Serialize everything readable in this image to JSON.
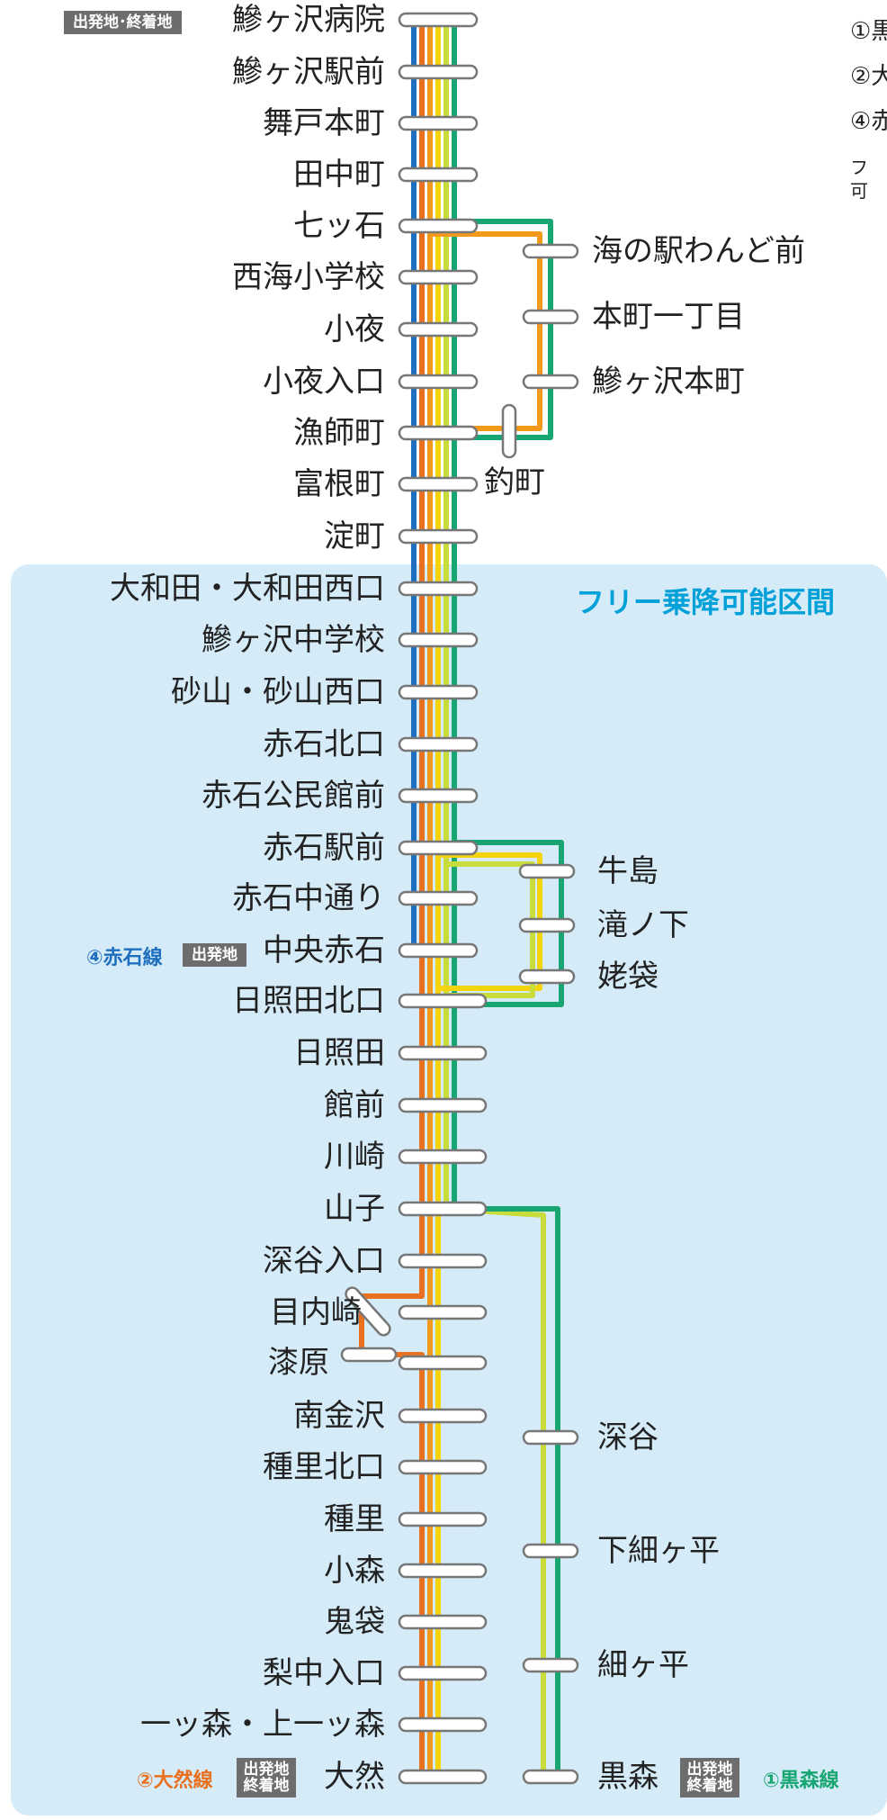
{
  "free_zone_label": "フリー乗降可能区間",
  "badges": {
    "origin_terminal_single": "出発地･終着地",
    "origin": "出発地",
    "two_line_top": "出発地",
    "two_line_bottom": "終着地"
  },
  "line_tags": {
    "akaishi": "④赤石線",
    "ozen": "②大然線",
    "kuromori": "①黒森線"
  },
  "legend": [
    "①黒",
    "②大",
    "④赤",
    "フ",
    "可"
  ],
  "colors": {
    "akaishi": "#1f6fc0",
    "ozen": "#e8701e",
    "orange_alt": "#f39a1c",
    "yellow": "#f5d40b",
    "yellowgreen": "#c8dc3c",
    "kuromori": "#17a571",
    "free_zone": "#d5ebf8",
    "free_label": "#00a0d8",
    "badge": "#6d6d6d"
  },
  "main_stations": [
    "鰺ヶ沢病院",
    "鰺ヶ沢駅前",
    "舞戸本町",
    "田中町",
    "七ッ石",
    "西海小学校",
    "小夜",
    "小夜入口",
    "漁師町",
    "富根町",
    "淀町",
    "大和田・大和田西口",
    "鰺ヶ沢中学校",
    "砂山・砂山西口",
    "赤石北口",
    "赤石公民館前",
    "赤石駅前",
    "赤石中通り",
    "中央赤石",
    "日照田北口",
    "日照田",
    "館前",
    "川崎",
    "山子",
    "深谷入口",
    "目内崎",
    "漆原",
    "南金沢",
    "種里北口",
    "種里",
    "小森",
    "鬼袋",
    "梨中入口",
    "一ッ森・上一ッ森",
    "大然"
  ],
  "branch_nanatsuishi": [
    "海の駅わんど前",
    "本町一丁目",
    "鰺ヶ沢本町"
  ],
  "tsurimachi": "釣町",
  "branch_akaishi": [
    "牛島",
    "滝ノ下",
    "姥袋"
  ],
  "branch_kuromori": [
    "深谷",
    "下細ヶ平",
    "細ヶ平",
    "黒森"
  ]
}
